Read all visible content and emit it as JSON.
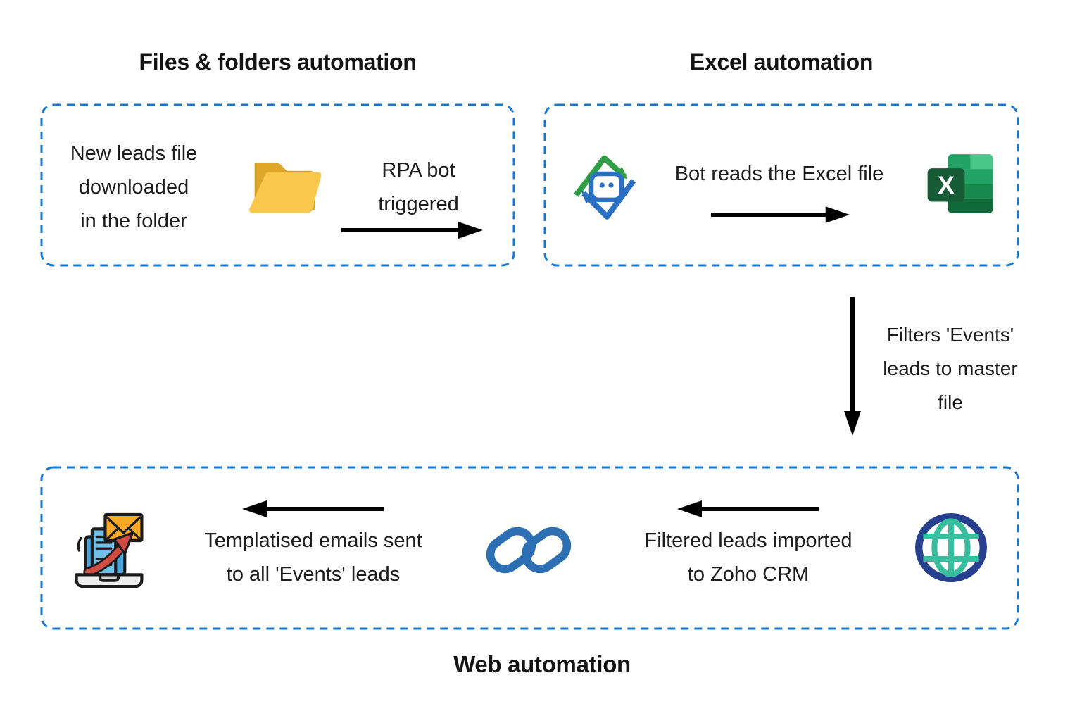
{
  "titles": {
    "files_folders": "Files & folders automation",
    "excel": "Excel automation",
    "web": "Web automation"
  },
  "files_box": {
    "step_lines": [
      "New leads file",
      "downloaded",
      "in the folder"
    ],
    "result_lines": [
      "RPA bot",
      "triggered"
    ]
  },
  "excel_box": {
    "text": "Bot reads the Excel file",
    "logo_letter": "X"
  },
  "transition": {
    "lines": [
      "Filters 'Events'",
      "leads to master",
      "file"
    ]
  },
  "web_box": {
    "email_lines": [
      "Templatised emails sent",
      "to all 'Events' leads"
    ],
    "crm_lines": [
      "Filtered leads imported",
      "to Zoho CRM"
    ]
  },
  "icons": {
    "folder": "open-folder-icon",
    "rpa_bot": "zoho-rpa-bot-icon",
    "excel_logo": "excel-logo-icon",
    "email_send": "laptop-email-send-icon",
    "zoho_crm": "zoho-crm-logo-icon",
    "globe": "web-globe-icon"
  },
  "colors": {
    "dashed_border": "#1778d2",
    "title_text": "#141414",
    "body_text": "#1c1c1c",
    "arrow": "#000000",
    "folder_front": "#f9c84d",
    "folder_back": "#dfa62c",
    "rpa_green": "#2f9e44",
    "rpa_blue": "#2a6fc2",
    "excel_dark": "#185c37",
    "excel_row2": "#21a366",
    "excel_row1_light": "#4ac688",
    "excel_row3": "#17894d",
    "excel_row4": "#0e6a38",
    "zoho_blue": "#2d6fb3",
    "globe_navy": "#273f8f",
    "globe_teal": "#38bd9e",
    "email_orange": "#f9a826",
    "email_red": "#cf4a40",
    "email_screen": "#4da3dc",
    "laptop_gray": "#ededed",
    "outline": "#1b1b1b"
  }
}
